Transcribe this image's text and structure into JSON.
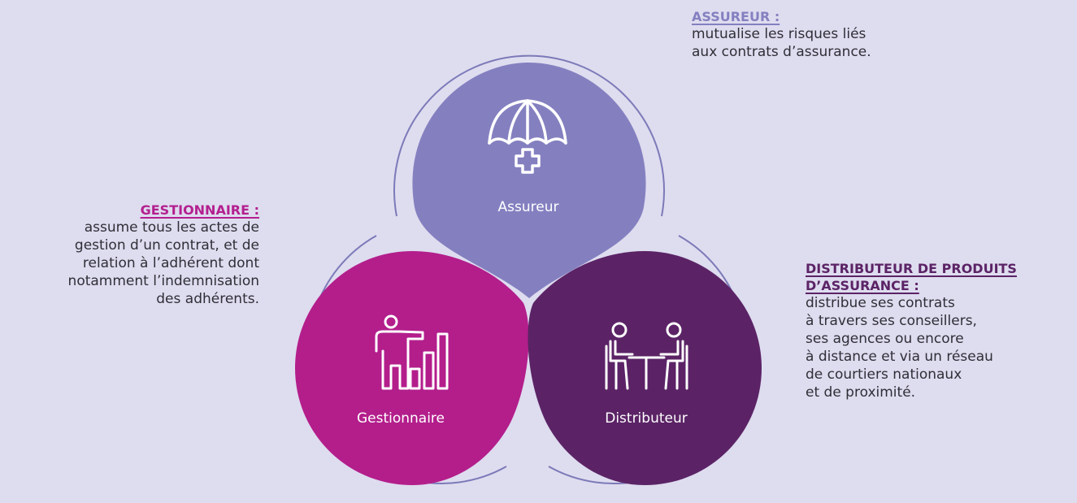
{
  "colors": {
    "background": "#dedcef",
    "assureur": "#8480c0",
    "gestionnaire": "#b31e8b",
    "distributeur": "#5b2366",
    "outline": "#7c7ab8"
  },
  "nodes": [
    {
      "id": "assureur",
      "label": "Assureur",
      "icon": "umbrella-cross-icon"
    },
    {
      "id": "gestionnaire",
      "label": "Gestionnaire",
      "icon": "presenter-chart-icon"
    },
    {
      "id": "distributeur",
      "label": "Distributeur",
      "icon": "two-people-table-icon"
    }
  ],
  "descriptions": {
    "assureur": {
      "title": "ASSUREUR :",
      "lines": [
        "mutualise les risques liés",
        "aux contrats d’assurance."
      ]
    },
    "gestionnaire": {
      "title": "GESTIONNAIRE :",
      "lines": [
        "assume tous les actes de",
        "gestion d’un contrat, et de",
        "relation à l’adhérent dont",
        "notamment l’indemnisation",
        "des adhérents."
      ]
    },
    "distributeur": {
      "title_lines": [
        "DISTRIBUTEUR DE PRODUITS",
        "D’ASSURANCE :"
      ],
      "lines": [
        "distribue ses contrats",
        "à travers ses conseillers,",
        "ses agences ou encore",
        "à distance et via un réseau",
        "de courtiers nationaux",
        "et de proximité."
      ]
    }
  }
}
